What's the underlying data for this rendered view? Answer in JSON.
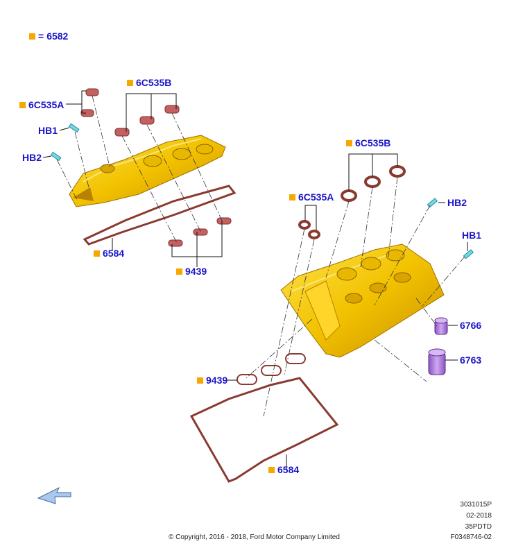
{
  "legend": {
    "code": "6582",
    "equals": "="
  },
  "callouts": {
    "c6C535A_top": "6C535A",
    "c6C535B_top": "6C535B",
    "hb1_left": "HB1",
    "hb2_left": "HB2",
    "c6584_top": "6584",
    "c9439_top": "9439",
    "c6C535B_right": "6C535B",
    "c6C535A_right": "6C535A",
    "hb2_right": "HB2",
    "hb1_right": "HB1",
    "c6766": "6766",
    "c6763": "6763",
    "c9439_bottom": "9439",
    "c6584_bottom": "6584"
  },
  "footer": {
    "ref1": "3031015P",
    "date": "02-2018",
    "code": "35PDTD",
    "copyright": "© Copyright, 2016 - 2018, Ford Motor Company Limited",
    "figure": "F0348746-02"
  },
  "colors": {
    "label": "#1a14c8",
    "marker": "#f5a800",
    "cover": "#f2c200",
    "cover_dark": "#c98f00",
    "gasket": "#8a3a30",
    "seal": "#c46060",
    "sensor": "#b07ad8",
    "fastener": "#6fd8e8",
    "arrow": "#a8c8f0"
  }
}
